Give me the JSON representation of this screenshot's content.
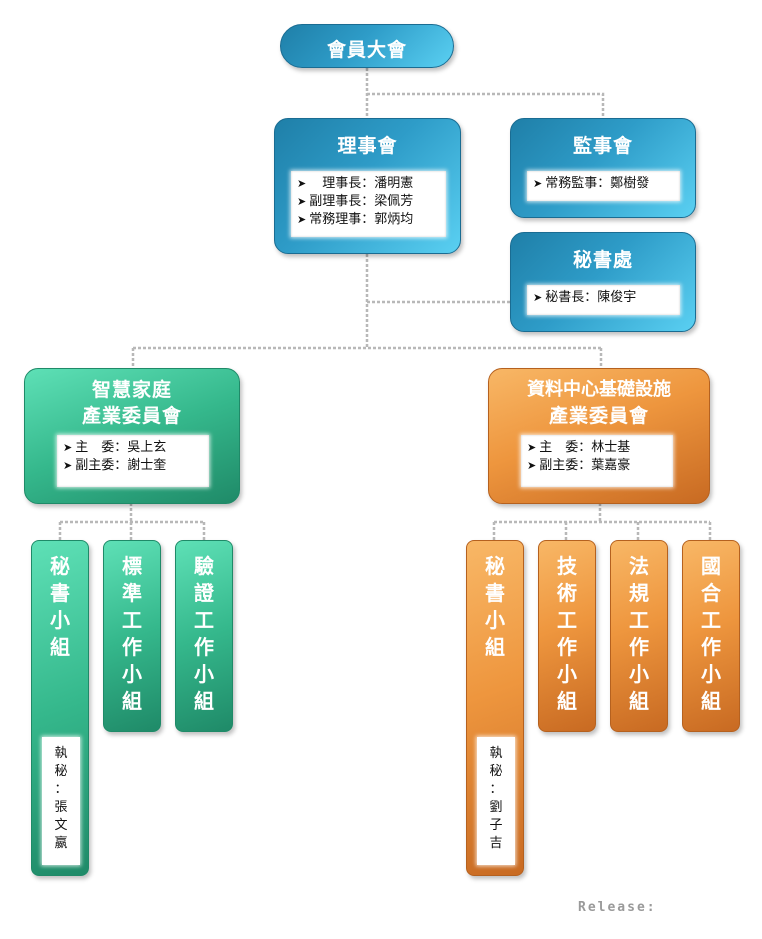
{
  "assembly": {
    "label": "會員大會"
  },
  "board": {
    "title": "理事會",
    "members": [
      "　理事長：潘明憲",
      "副理事長：梁佩芳",
      "常務理事：郭炳均"
    ]
  },
  "supervisors": {
    "title": "監事會",
    "members": [
      "常務監事：鄭樹發"
    ]
  },
  "secretariat": {
    "title": "秘書處",
    "members": [
      "秘書長：陳俊宇"
    ]
  },
  "smart_home": {
    "title_line1": "智慧家庭",
    "title_line2": "產業委員會",
    "members": [
      "主　委：吳上玄",
      "副主委：謝士奎"
    ],
    "groups": [
      {
        "label": "秘書小組",
        "note": "執秘：張文嬴"
      },
      {
        "label": "標準工作小組"
      },
      {
        "label": "驗證工作小組"
      }
    ]
  },
  "data_center": {
    "title_line1": "資料中心基礎設施",
    "title_line2": "產業委員會",
    "members": [
      "主　委：林士基",
      "副主委：葉嘉豪"
    ],
    "groups": [
      {
        "label": "秘書小組",
        "note": "執秘：劉子吉"
      },
      {
        "label": "技術工作小組"
      },
      {
        "label": "法規工作小組"
      },
      {
        "label": "國合工作小組"
      }
    ]
  },
  "footer": {
    "release": "Release:"
  },
  "colors": {
    "blue": "#2e9cc8",
    "green": "#35b88c",
    "orange": "#ee963e",
    "connector": "#b5b5b5"
  }
}
